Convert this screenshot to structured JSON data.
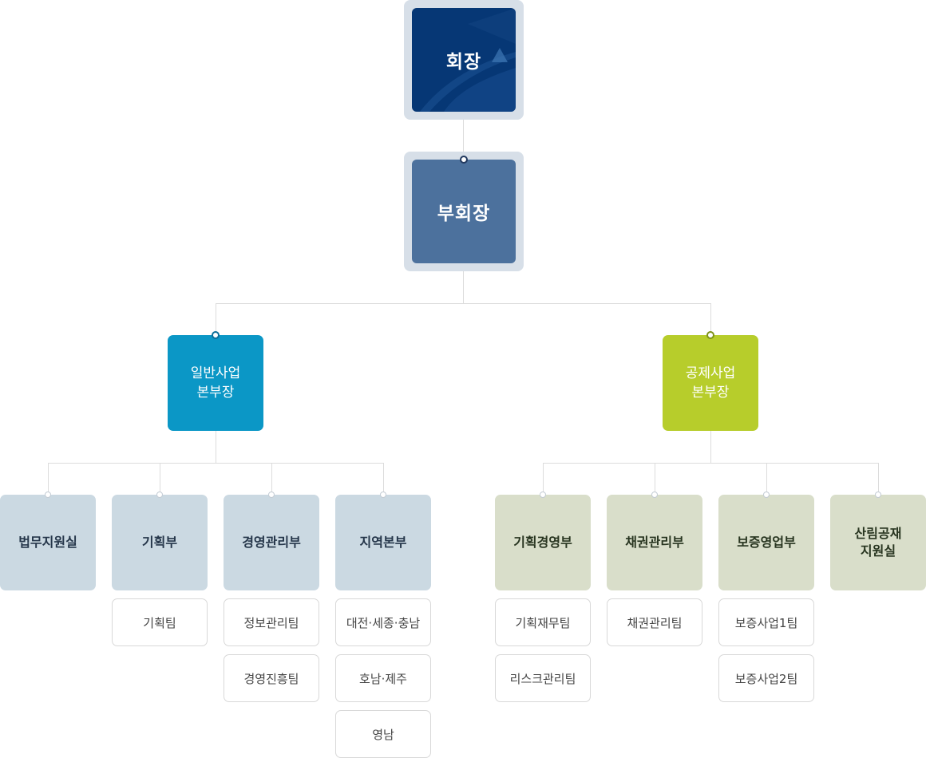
{
  "top": {
    "chairman": "회장",
    "vice_chairman": "부회장"
  },
  "divisions": [
    {
      "label": "일반사업\n본부장",
      "color": "#0b97c6"
    },
    {
      "label": "공제사업\n본부장",
      "color": "#b7cd2b"
    }
  ],
  "departments": [
    {
      "label": "법무지원실",
      "teams": []
    },
    {
      "label": "기획부",
      "teams": [
        "기획팀"
      ]
    },
    {
      "label": "경영관리부",
      "teams": [
        "정보관리팀",
        "경영진흥팀"
      ]
    },
    {
      "label": "지역본부",
      "teams": [
        "대전·세종·충남",
        "호남·제주",
        "영남"
      ]
    },
    {
      "label": "기획경영부",
      "teams": [
        "기획재무팀",
        "리스크관리팀"
      ]
    },
    {
      "label": "채권관리부",
      "teams": [
        "채권관리팀"
      ]
    },
    {
      "label": "보증영업부",
      "teams": [
        "보증사업1팀",
        "보증사업2팀"
      ]
    },
    {
      "label": "산림공재\n지원실",
      "teams": []
    }
  ]
}
